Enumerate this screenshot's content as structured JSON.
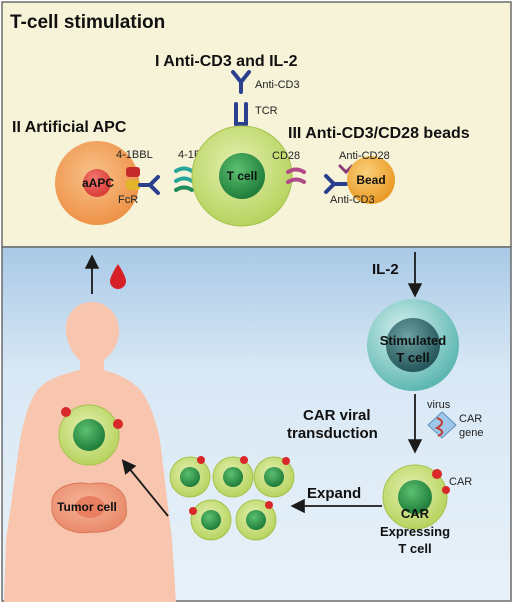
{
  "title": "T-cell stimulation",
  "methods": {
    "one": "I Anti-CD3 and IL-2",
    "two": "II Artificial APC",
    "three": "III Anti-CD3/CD28 beads"
  },
  "labels": {
    "anti_cd3_top": "Anti-CD3",
    "tcr": "TCR",
    "bbl": "4-1BBL",
    "fcr": "FcR",
    "bb": "4-1BB",
    "cd28": "CD28",
    "anti_cd28": "Anti-CD28",
    "anti_cd3_bead": "Anti-CD3",
    "aapc": "aAPC",
    "tcell": "T cell",
    "bead": "Bead",
    "il2": "IL-2",
    "stimulated_1": "Stimulated",
    "stimulated_2": "T cell",
    "car_viral_1": "CAR viral",
    "car_viral_2": "transduction",
    "virus": "virus",
    "car_gene_1": "CAR",
    "car_gene_2": "gene",
    "car": "CAR",
    "expand": "Expand",
    "car_expr_1": "CAR",
    "car_expr_2": "Expressing",
    "car_expr_3": "T cell",
    "tumor": "Tumor cell"
  },
  "colors": {
    "top_bg": "#f7f3d8",
    "bottom_bg": "#cfe2f3",
    "cell_green": "#c8e07a",
    "cell_nucleus": "#2e9a48",
    "aapc_orange": "#f2a35c",
    "aapc_nucleus": "#e8544a",
    "bead_orange": "#f0a030",
    "stim_teal": "#7ec9c4",
    "stim_nucleus": "#2f6f73",
    "body_skin": "#f9cab2",
    "receptor_blue": "#2b3f8f",
    "car_red": "#d8282a",
    "blood_red": "#d61f26"
  }
}
